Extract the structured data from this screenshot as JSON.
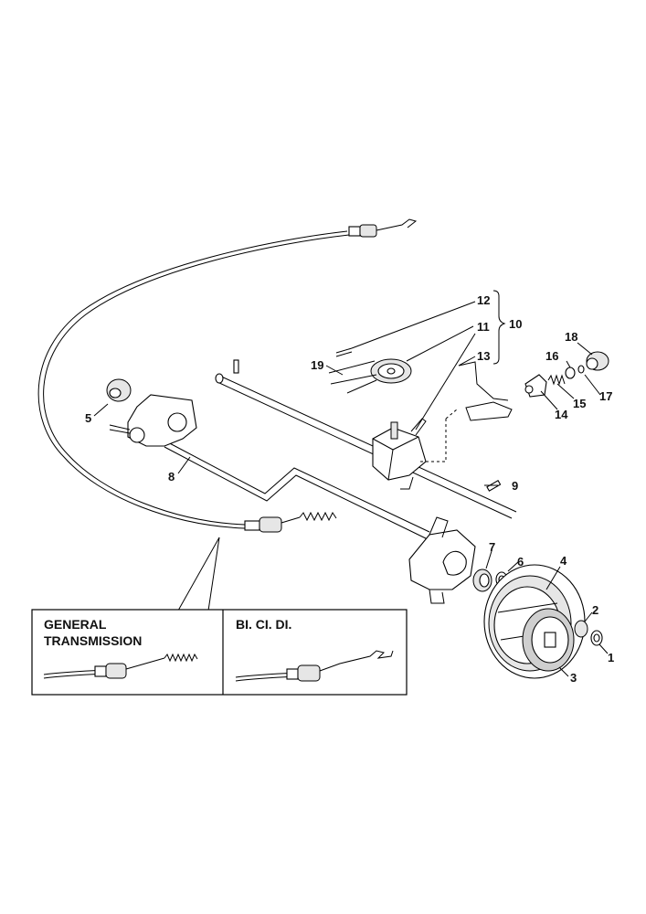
{
  "diagram": {
    "callouts": {
      "c1": "1",
      "c2": "2",
      "c3": "3",
      "c4": "4",
      "c5": "5",
      "c6": "6",
      "c7": "7",
      "c8": "8",
      "c9": "9",
      "c10": "10",
      "c11": "11",
      "c12": "12",
      "c13": "13",
      "c14": "14",
      "c15": "15",
      "c16": "16",
      "c17": "17",
      "c18": "18",
      "c19": "19"
    },
    "inset": {
      "left_title_line1": "GENERAL",
      "left_title_line2": "TRANSMISSION",
      "right_title": "BI. CI. DI."
    }
  }
}
